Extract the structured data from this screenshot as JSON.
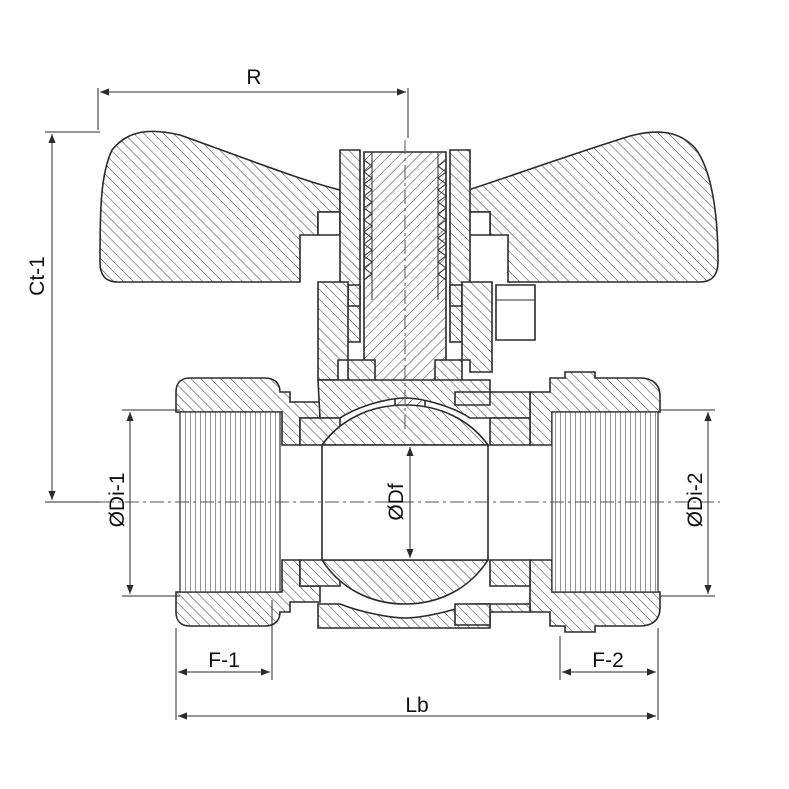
{
  "dimensions": {
    "r": "R",
    "ct1": "Ct-1",
    "di1": "ØDi-1",
    "df": "ØDf",
    "di2": "ØDi-2",
    "f1": "F-1",
    "f2": "F-2",
    "lb": "Lb"
  }
}
